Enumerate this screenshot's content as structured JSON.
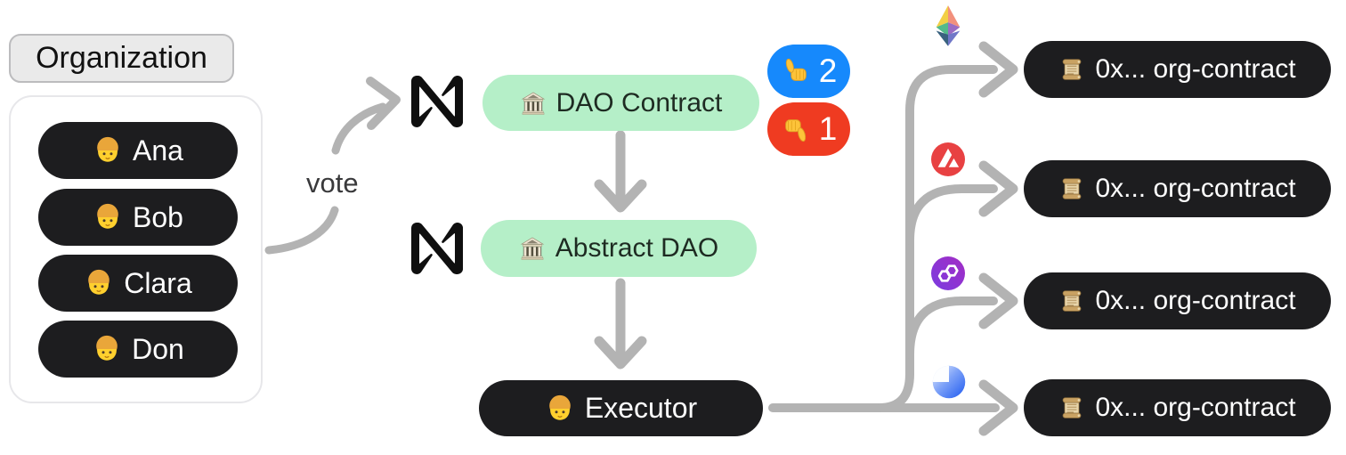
{
  "organization": {
    "title": "Organization",
    "members": [
      {
        "icon": "person-emoji",
        "name": "Ana"
      },
      {
        "icon": "person-emoji",
        "name": "Bob"
      },
      {
        "icon": "person-emoji",
        "name": "Clara"
      },
      {
        "icon": "person-emoji",
        "name": "Don"
      }
    ]
  },
  "voting": {
    "vote_label": "vote",
    "upvotes": {
      "icon": "thumbs-up-emoji",
      "count": "2",
      "color": "#1689fc"
    },
    "downvotes": {
      "icon": "thumbs-down-emoji",
      "count": "1",
      "color": "#ef3b21"
    }
  },
  "nodes": {
    "dao_contract": {
      "chain_icon": "near-logo",
      "icon": "classical-building-emoji",
      "label": "DAO Contract"
    },
    "abstract_dao": {
      "chain_icon": "near-logo",
      "icon": "classical-building-emoji",
      "label": "Abstract DAO"
    },
    "executor": {
      "icon": "person-emoji",
      "label": "Executor"
    }
  },
  "deployments": [
    {
      "chain_icon": "ethereum-logo",
      "icon": "scroll-emoji",
      "label": "0x... org-contract"
    },
    {
      "chain_icon": "avalanche-logo",
      "icon": "scroll-emoji",
      "label": "0x... org-contract"
    },
    {
      "chain_icon": "polygon-logo",
      "icon": "scroll-emoji",
      "label": "0x... org-contract"
    },
    {
      "chain_icon": "blue-sphere-logo",
      "icon": "scroll-emoji",
      "label": "0x... org-contract"
    }
  ],
  "colors": {
    "pill_dark": "#1d1d1f",
    "pill_green": "#b5efc8",
    "connector_gray": "#b3b3b3",
    "upvote_blue": "#1689fc",
    "downvote_red": "#ef3b21",
    "organization_label_bg": "#eaeaea"
  }
}
